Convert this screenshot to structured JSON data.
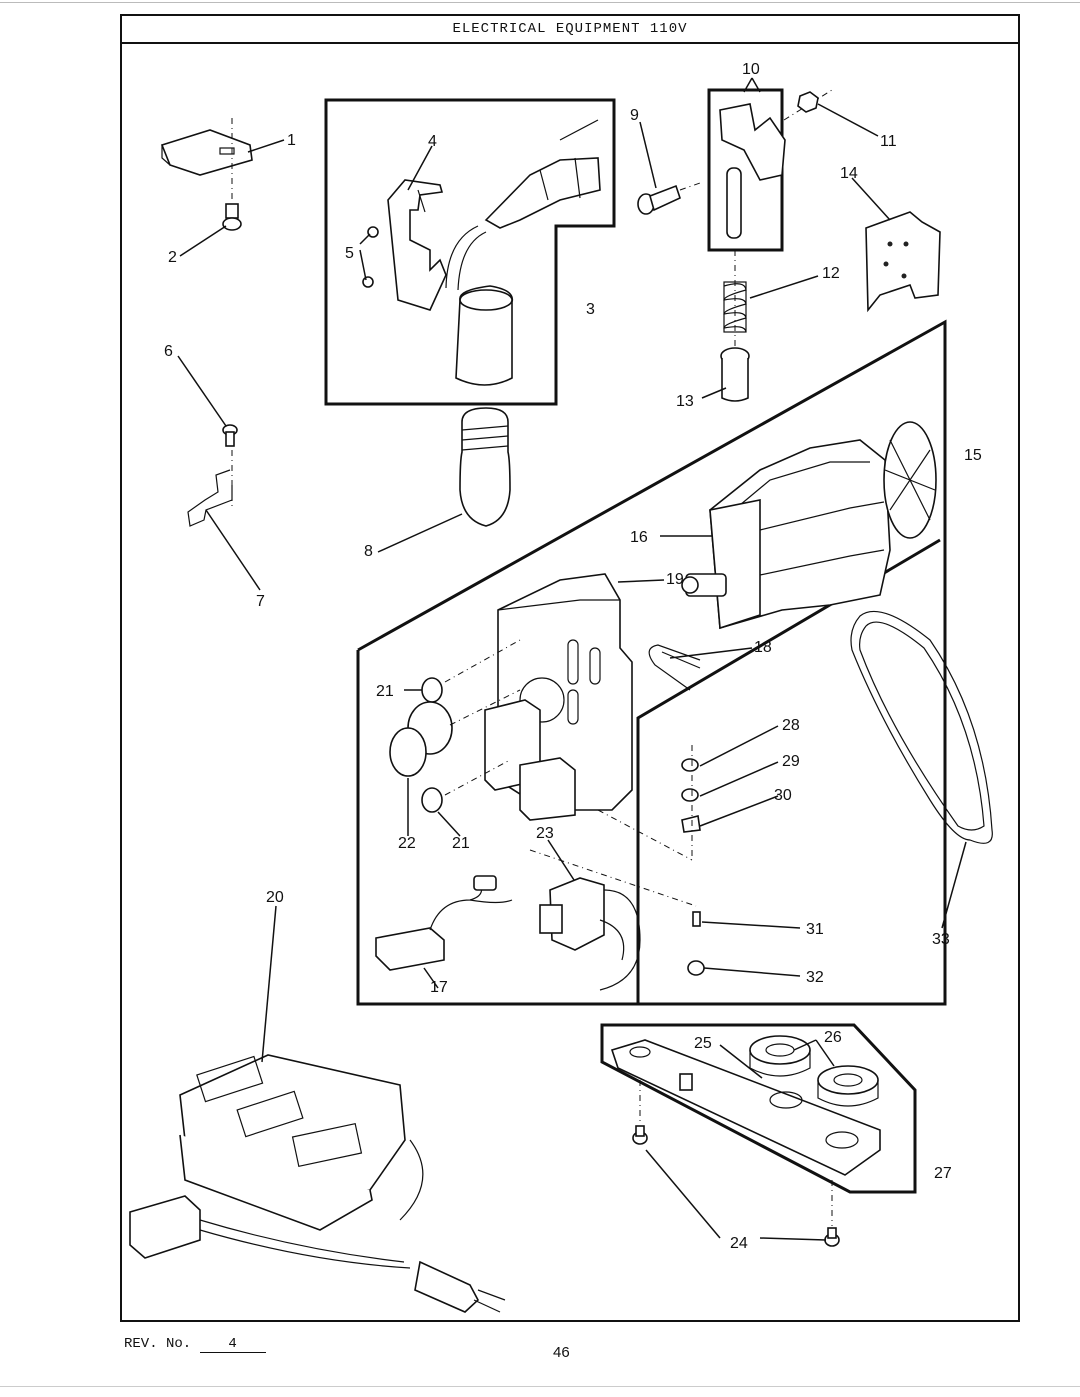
{
  "title": "ELECTRICAL EQUIPMENT 110V",
  "footer": {
    "rev_label": "REV. No.",
    "rev_number": "4",
    "page_number": "46"
  },
  "callouts": [
    "1",
    "2",
    "3",
    "4",
    "5",
    "6",
    "7",
    "8",
    "9",
    "10",
    "11",
    "12",
    "13",
    "14",
    "15",
    "16",
    "17",
    "18",
    "19",
    "20",
    "21",
    "21",
    "22",
    "23",
    "24",
    "25",
    "26",
    "27",
    "28",
    "29",
    "30",
    "31",
    "32",
    "33"
  ]
}
